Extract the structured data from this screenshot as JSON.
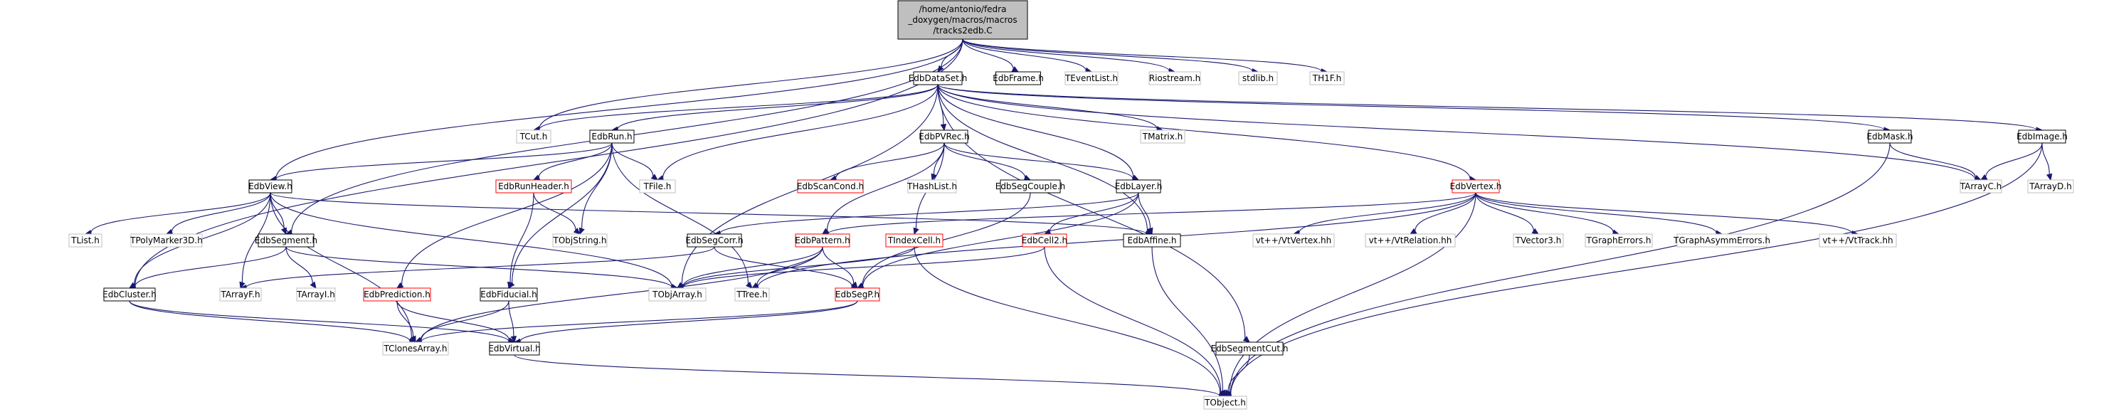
{
  "colors": {
    "edge": "#191970",
    "root_fill": "#bfbfbf",
    "default_border": "#000000",
    "red_border": "#ff0000",
    "gray_border": "#bfbfbf"
  },
  "nodes": [
    {
      "id": "root",
      "lines": [
        "/home/antonio/fedra",
        "_doxygen/macros/macros",
        "/tracks2edb.C"
      ],
      "style": "root"
    },
    {
      "id": "EdbDataSet",
      "lines": [
        "EdbDataSet.h"
      ],
      "style": "black"
    },
    {
      "id": "EdbFrame",
      "lines": [
        "EdbFrame.h"
      ],
      "style": "black"
    },
    {
      "id": "TEventList",
      "lines": [
        "TEventList.h"
      ],
      "style": "gray"
    },
    {
      "id": "Riostream",
      "lines": [
        "Riostream.h"
      ],
      "style": "gray"
    },
    {
      "id": "stdlib",
      "lines": [
        "stdlib.h"
      ],
      "style": "gray"
    },
    {
      "id": "TH1F",
      "lines": [
        "TH1F.h"
      ],
      "style": "gray"
    },
    {
      "id": "TCut",
      "lines": [
        "TCut.h"
      ],
      "style": "gray"
    },
    {
      "id": "EdbRun",
      "lines": [
        "EdbRun.h"
      ],
      "style": "black"
    },
    {
      "id": "EdbPVRec",
      "lines": [
        "EdbPVRec.h"
      ],
      "style": "black"
    },
    {
      "id": "TMatrix",
      "lines": [
        "TMatrix.h"
      ],
      "style": "gray"
    },
    {
      "id": "EdbMask",
      "lines": [
        "EdbMask.h"
      ],
      "style": "black"
    },
    {
      "id": "EdbImage",
      "lines": [
        "EdbImage.h"
      ],
      "style": "black"
    },
    {
      "id": "EdbView",
      "lines": [
        "EdbView.h"
      ],
      "style": "black"
    },
    {
      "id": "EdbRunHeader",
      "lines": [
        "EdbRunHeader.h"
      ],
      "style": "red"
    },
    {
      "id": "TFile",
      "lines": [
        "TFile.h"
      ],
      "style": "gray"
    },
    {
      "id": "EdbScanCond",
      "lines": [
        "EdbScanCond.h"
      ],
      "style": "red"
    },
    {
      "id": "THashList",
      "lines": [
        "THashList.h"
      ],
      "style": "gray"
    },
    {
      "id": "EdbSegCouple",
      "lines": [
        "EdbSegCouple.h"
      ],
      "style": "black"
    },
    {
      "id": "EdbLayer",
      "lines": [
        "EdbLayer.h"
      ],
      "style": "black"
    },
    {
      "id": "EdbVertex",
      "lines": [
        "EdbVertex.h"
      ],
      "style": "red"
    },
    {
      "id": "TArrayC",
      "lines": [
        "TArrayC.h"
      ],
      "style": "gray"
    },
    {
      "id": "TArrayD",
      "lines": [
        "TArrayD.h"
      ],
      "style": "gray"
    },
    {
      "id": "TList",
      "lines": [
        "TList.h"
      ],
      "style": "gray"
    },
    {
      "id": "TPolyMarker3D",
      "lines": [
        "TPolyMarker3D.h"
      ],
      "style": "gray"
    },
    {
      "id": "EdbSegment",
      "lines": [
        "EdbSegment.h"
      ],
      "style": "black"
    },
    {
      "id": "TObjString",
      "lines": [
        "TObjString.h"
      ],
      "style": "gray"
    },
    {
      "id": "EdbSegCorr",
      "lines": [
        "EdbSegCorr.h"
      ],
      "style": "black"
    },
    {
      "id": "EdbPattern",
      "lines": [
        "EdbPattern.h"
      ],
      "style": "red"
    },
    {
      "id": "TIndexCell",
      "lines": [
        "TIndexCell.h"
      ],
      "style": "red"
    },
    {
      "id": "EdbCell2",
      "lines": [
        "EdbCell2.h"
      ],
      "style": "red"
    },
    {
      "id": "EdbAffine",
      "lines": [
        "EdbAffine.h"
      ],
      "style": "black"
    },
    {
      "id": "VtVertex",
      "lines": [
        "vt++/VtVertex.hh"
      ],
      "style": "gray"
    },
    {
      "id": "VtRelation",
      "lines": [
        "vt++/VtRelation.hh"
      ],
      "style": "gray"
    },
    {
      "id": "TVector3",
      "lines": [
        "TVector3.h"
      ],
      "style": "gray"
    },
    {
      "id": "TGraphErrors",
      "lines": [
        "TGraphErrors.h"
      ],
      "style": "gray"
    },
    {
      "id": "TGraphAsymmErrors",
      "lines": [
        "TGraphAsymmErrors.h"
      ],
      "style": "gray"
    },
    {
      "id": "VtTrack",
      "lines": [
        "vt++/VtTrack.hh"
      ],
      "style": "gray"
    },
    {
      "id": "EdbCluster",
      "lines": [
        "EdbCluster.h"
      ],
      "style": "black"
    },
    {
      "id": "TArrayF",
      "lines": [
        "TArrayF.h"
      ],
      "style": "gray"
    },
    {
      "id": "TArrayI",
      "lines": [
        "TArrayI.h"
      ],
      "style": "gray"
    },
    {
      "id": "EdbPrediction",
      "lines": [
        "EdbPrediction.h"
      ],
      "style": "red"
    },
    {
      "id": "EdbFiducial",
      "lines": [
        "EdbFiducial.h"
      ],
      "style": "black"
    },
    {
      "id": "TObjArray",
      "lines": [
        "TObjArray.h"
      ],
      "style": "gray"
    },
    {
      "id": "TTree",
      "lines": [
        "TTree.h"
      ],
      "style": "gray"
    },
    {
      "id": "EdbSegP",
      "lines": [
        "EdbSegP.h"
      ],
      "style": "red"
    },
    {
      "id": "EdbSegmentCut",
      "lines": [
        "EdbSegmentCut.h"
      ],
      "style": "black"
    },
    {
      "id": "TClonesArray",
      "lines": [
        "TClonesArray.h"
      ],
      "style": "gray"
    },
    {
      "id": "EdbVirtual",
      "lines": [
        "EdbVirtual.h"
      ],
      "style": "black"
    },
    {
      "id": "TObject",
      "lines": [
        "TObject.h"
      ],
      "style": "gray"
    }
  ],
  "edges": [
    [
      "root",
      "EdbDataSet"
    ],
    [
      "root",
      "EdbFrame"
    ],
    [
      "root",
      "TEventList"
    ],
    [
      "root",
      "Riostream"
    ],
    [
      "root",
      "stdlib"
    ],
    [
      "root",
      "TH1F"
    ],
    [
      "root",
      "TCut"
    ],
    [
      "root",
      "EdbView"
    ],
    [
      "root",
      "EdbSegment"
    ],
    [
      "root",
      "EdbCluster"
    ],
    [
      "EdbDataSet",
      "TCut"
    ],
    [
      "EdbDataSet",
      "EdbRun"
    ],
    [
      "EdbDataSet",
      "EdbPVRec"
    ],
    [
      "EdbDataSet",
      "TMatrix"
    ],
    [
      "EdbDataSet",
      "EdbMask"
    ],
    [
      "EdbDataSet",
      "EdbImage"
    ],
    [
      "EdbDataSet",
      "TArrayC"
    ],
    [
      "EdbDataSet",
      "TFile"
    ],
    [
      "EdbDataSet",
      "EdbLayer"
    ],
    [
      "EdbDataSet",
      "EdbVertex"
    ],
    [
      "EdbDataSet",
      "EdbAffine"
    ],
    [
      "EdbDataSet",
      "TObjArray"
    ],
    [
      "EdbDataSet",
      "EdbSegmentCut"
    ],
    [
      "EdbRun",
      "EdbView"
    ],
    [
      "EdbRun",
      "EdbRunHeader"
    ],
    [
      "EdbRun",
      "TFile"
    ],
    [
      "EdbRun",
      "TObjString"
    ],
    [
      "EdbRun",
      "TTree"
    ],
    [
      "EdbRun",
      "EdbPrediction"
    ],
    [
      "EdbRun",
      "EdbFiducial"
    ],
    [
      "EdbPVRec",
      "EdbScanCond"
    ],
    [
      "EdbPVRec",
      "THashList"
    ],
    [
      "EdbPVRec",
      "EdbSegCouple"
    ],
    [
      "EdbPVRec",
      "EdbLayer"
    ],
    [
      "EdbPVRec",
      "EdbPattern"
    ],
    [
      "EdbPVRec",
      "TIndexCell"
    ],
    [
      "EdbMask",
      "TArrayC"
    ],
    [
      "EdbMask",
      "TObject"
    ],
    [
      "EdbImage",
      "TArrayC"
    ],
    [
      "EdbImage",
      "TArrayD"
    ],
    [
      "EdbImage",
      "TObject"
    ],
    [
      "EdbView",
      "TList"
    ],
    [
      "EdbView",
      "TPolyMarker3D"
    ],
    [
      "EdbView",
      "EdbSegment"
    ],
    [
      "EdbView",
      "EdbCluster"
    ],
    [
      "EdbView",
      "TArrayF"
    ],
    [
      "EdbView",
      "TObjArray"
    ],
    [
      "EdbView",
      "TClonesArray"
    ],
    [
      "EdbView",
      "EdbAffine"
    ],
    [
      "EdbRunHeader",
      "TObjString"
    ],
    [
      "EdbRunHeader",
      "EdbFiducial"
    ],
    [
      "EdbSegCouple",
      "EdbSegP"
    ],
    [
      "EdbLayer",
      "EdbSegCorr"
    ],
    [
      "EdbLayer",
      "EdbCell2"
    ],
    [
      "EdbLayer",
      "EdbAffine"
    ],
    [
      "EdbLayer",
      "EdbSegP"
    ],
    [
      "EdbVertex",
      "EdbPattern"
    ],
    [
      "EdbVertex",
      "VtVertex"
    ],
    [
      "EdbVertex",
      "VtRelation"
    ],
    [
      "EdbVertex",
      "TVector3"
    ],
    [
      "EdbVertex",
      "TGraphErrors"
    ],
    [
      "EdbVertex",
      "TGraphAsymmErrors"
    ],
    [
      "EdbVertex",
      "VtTrack"
    ],
    [
      "EdbVertex",
      "TTree"
    ],
    [
      "EdbVertex",
      "TObject"
    ],
    [
      "EdbSegment",
      "EdbCluster"
    ],
    [
      "EdbSegment",
      "TArrayI"
    ],
    [
      "EdbSegment",
      "TObjArray"
    ],
    [
      "EdbSegCorr",
      "EdbSegP"
    ],
    [
      "EdbSegCorr",
      "TArrayF"
    ],
    [
      "EdbPattern",
      "EdbSegP"
    ],
    [
      "EdbPattern",
      "TObjArray"
    ],
    [
      "EdbPattern",
      "TTree"
    ],
    [
      "EdbPattern",
      "TClonesArray"
    ],
    [
      "TIndexCell",
      "TObjArray"
    ],
    [
      "TIndexCell",
      "TObject"
    ],
    [
      "EdbCell2",
      "TObjArray"
    ],
    [
      "EdbCell2",
      "TObject"
    ],
    [
      "EdbAffine",
      "TObject"
    ],
    [
      "EdbCluster",
      "TClonesArray"
    ],
    [
      "EdbCluster",
      "EdbVirtual"
    ],
    [
      "EdbPrediction",
      "TClonesArray"
    ],
    [
      "EdbPrediction",
      "EdbVirtual"
    ],
    [
      "EdbFiducial",
      "TClonesArray"
    ],
    [
      "EdbFiducial",
      "EdbVirtual"
    ],
    [
      "EdbSegP",
      "EdbVirtual"
    ],
    [
      "EdbSegP",
      "TClonesArray"
    ],
    [
      "EdbSegmentCut",
      "TObject"
    ],
    [
      "EdbVirtual",
      "TObject"
    ]
  ]
}
